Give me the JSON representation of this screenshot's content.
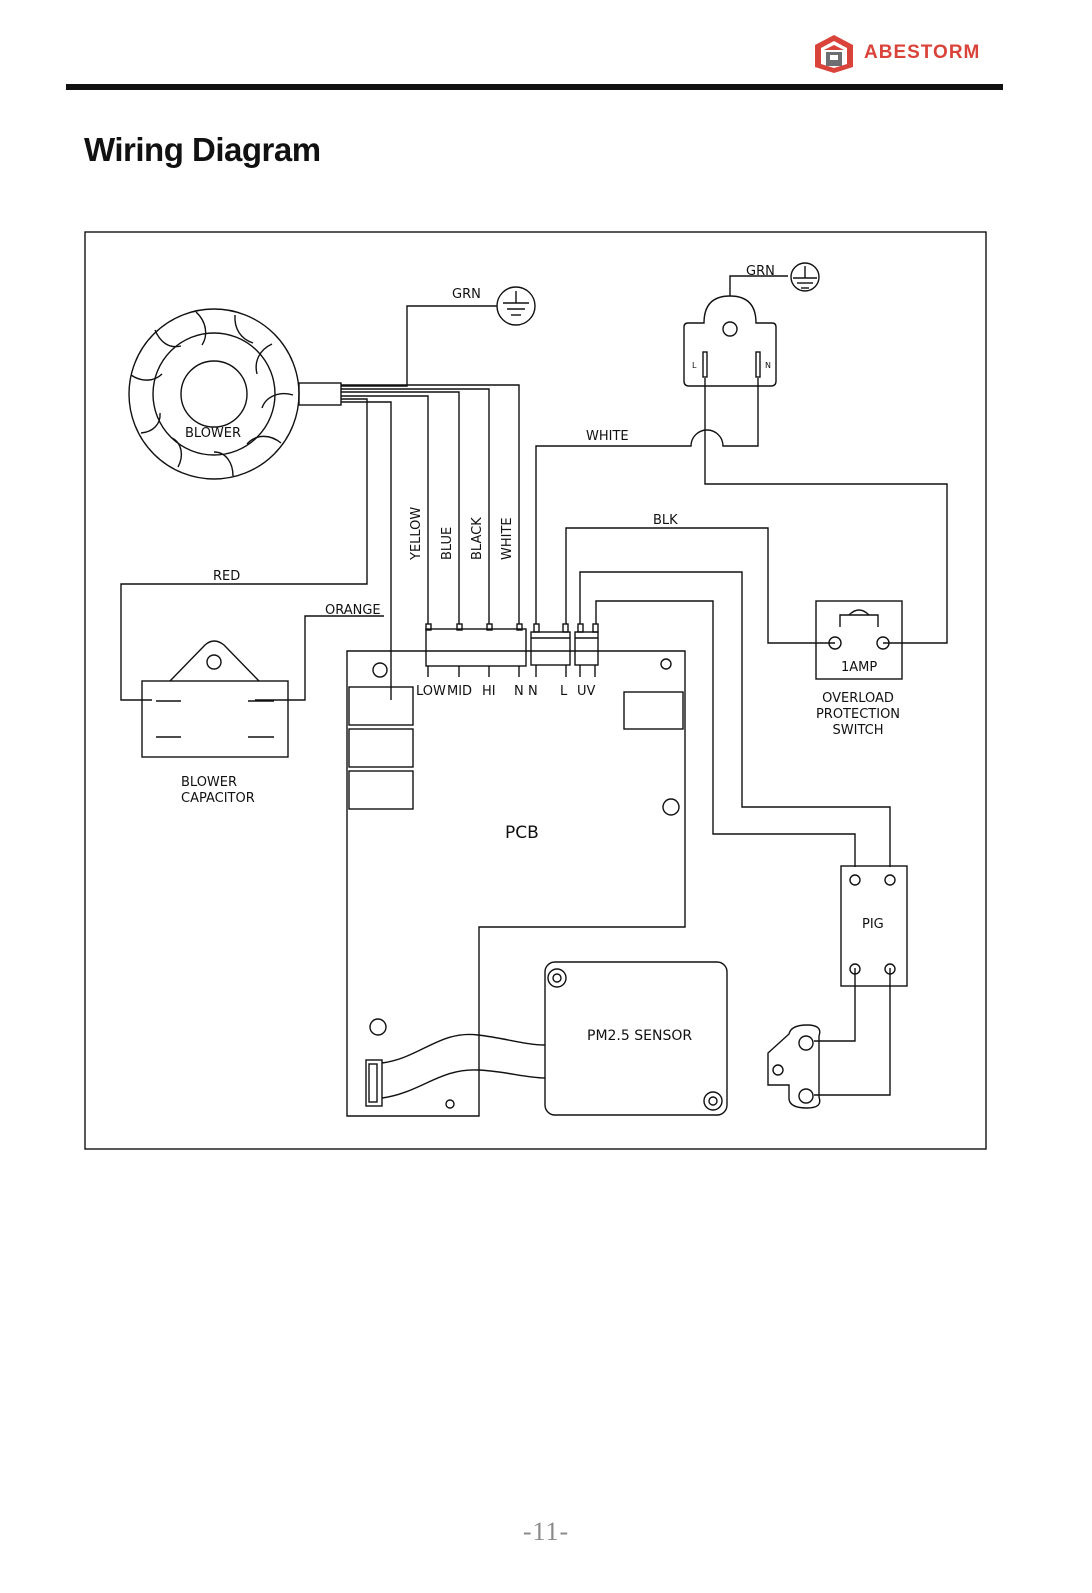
{
  "brand": {
    "name": "ABESTORM",
    "logo_icon": "house-hexagon-icon",
    "color": "#d9433a"
  },
  "page": {
    "title": "Wiring Diagram",
    "number": "-11-"
  },
  "diagram": {
    "components": {
      "blower": "BLOWER",
      "capacitor_line1": "BLOWER",
      "capacitor_line2": "CAPACITOR",
      "pcb": "PCB",
      "sensor": "PM2.5  SENSOR",
      "overload_rating": "1AMP",
      "overload_line1": "OVERLOAD",
      "overload_line2": "PROTECTION",
      "overload_line3": "SWITCH",
      "pig": "PIG",
      "plug_l": "L",
      "plug_n": "N"
    },
    "wires": {
      "ground_blower": "GRN",
      "ground_plug": "GRN",
      "white_main": "WHITE",
      "black_main": "BLK",
      "red": "RED",
      "orange": "ORANGE",
      "yellow": "YELLOW",
      "blue": "BLUE",
      "black": "BLACK",
      "white": "WHITE"
    },
    "terminals": {
      "low": "LOW",
      "mid": "MID",
      "hi": "HI",
      "n1": "N",
      "n2": "N",
      "l": "L",
      "uv": "UV"
    },
    "line_color": "#111111"
  }
}
